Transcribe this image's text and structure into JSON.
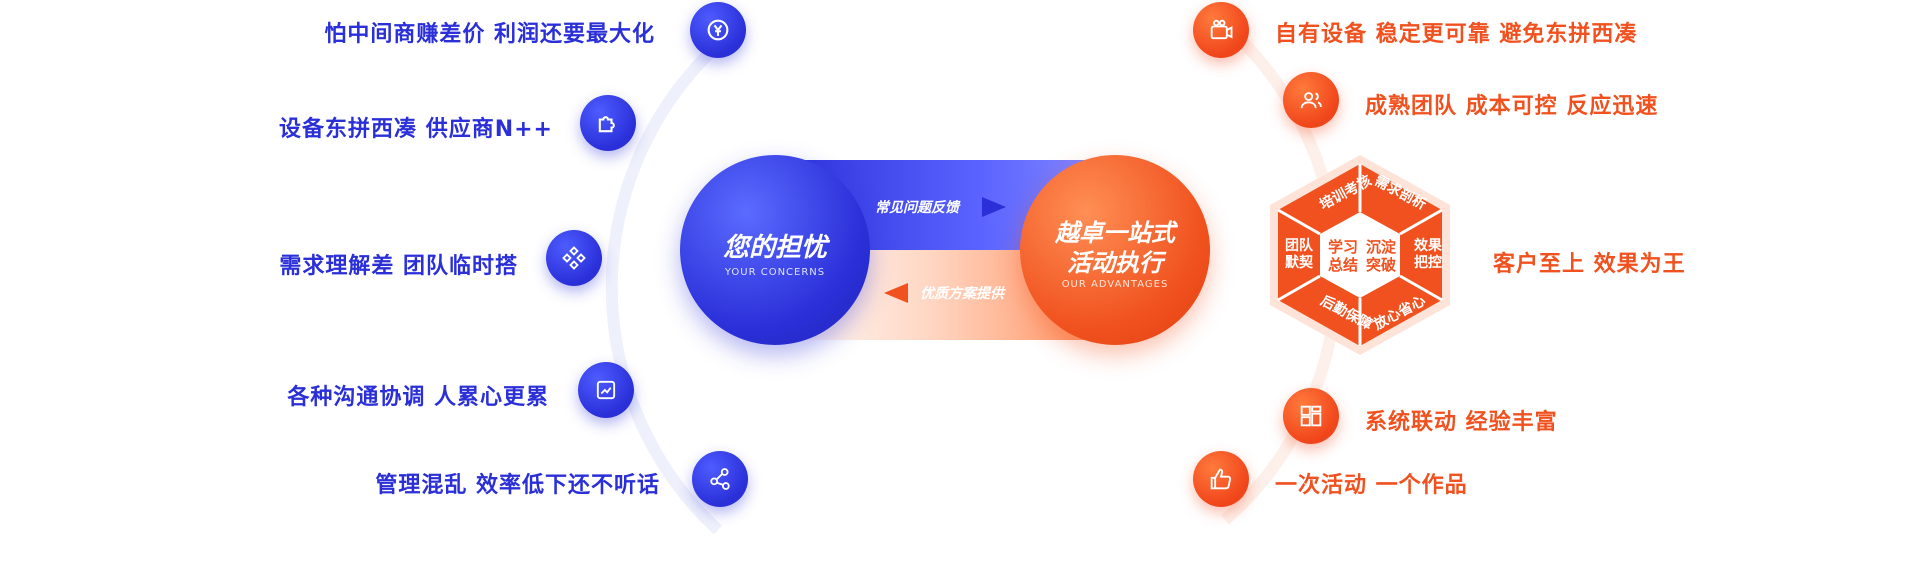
{
  "concerns": [
    {
      "label": "怕中间商赚差价  利润还要最大化",
      "icon": "yen-exchange-icon"
    },
    {
      "label": "设备东拼西凑  供应商N++",
      "icon": "puzzle-icon"
    },
    {
      "label": "需求理解差  团队临时搭",
      "icon": "grid-diamond-icon"
    },
    {
      "label": "各种沟通协调 人累心更累",
      "icon": "chart-board-icon"
    },
    {
      "label": "管理混乱  效率低下还不听话",
      "icon": "share-nodes-icon"
    }
  ],
  "advantages": [
    {
      "label": "自有设备  稳定更可靠  避免东拼西凑",
      "icon": "camera-icon"
    },
    {
      "label": "成熟团队  成本可控  反应迅速",
      "icon": "team-icon"
    },
    {
      "label": "客户至上  效果为王",
      "icon": ""
    },
    {
      "label": "系统联动  经验丰富",
      "icon": "grid-blocks-icon"
    },
    {
      "label": "一次活动  一个作品",
      "icon": "thumbs-up-icon"
    }
  ],
  "center": {
    "left_title": "您的担忧",
    "left_sub": "YOUR CONCERNS",
    "right_title_1": "越卓一站式",
    "right_title_2": "活动执行",
    "right_sub": "OUR ADVANTAGES",
    "top_arrow_label": "常见问题反馈",
    "bottom_arrow_label": "优质方案提供"
  },
  "hexagon": {
    "center_left": "学习\n总结",
    "center_right": "沉淀\n突破",
    "segments": [
      "培训考核",
      "需求剖析",
      "效果\n把控",
      "放心省心",
      "后勤保障",
      "团队\n默契"
    ]
  },
  "colors": {
    "blue": "#2a2fd8",
    "orange": "#f0511e"
  }
}
